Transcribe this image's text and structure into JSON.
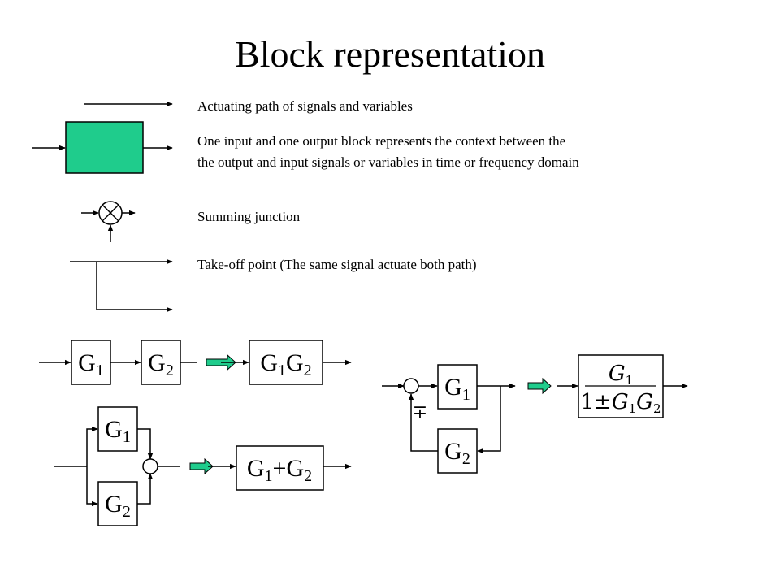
{
  "title": "Block representation",
  "legend": {
    "actuating_path": "Actuating path of signals and variables",
    "block_line1": "One input and one output block represents the context between the",
    "block_line2": "the output and input signals or variables in time or frequency domain",
    "summing_junction": "Summing junction",
    "takeoff_point": "Take-off point (The same signal actuate both path)"
  },
  "colors": {
    "block_fill": "#1fcc8c",
    "equivalence_arrow": "#1fcc8c",
    "line": "#000000"
  },
  "series_example": {
    "g1": "G",
    "g1_sub": "1",
    "g2": "G",
    "g2_sub": "2",
    "result_a": "G",
    "result_a_sub": "1",
    "result_b": "G",
    "result_b_sub": "2"
  },
  "parallel_example": {
    "g1": "G",
    "g1_sub": "1",
    "g2": "G",
    "g2_sub": "2",
    "result_a": "G",
    "result_a_sub": "1",
    "result_op": "+",
    "result_b": "G",
    "result_b_sub": "2"
  },
  "feedback_example": {
    "forward": "G",
    "forward_sub": "1",
    "feedback": "G",
    "feedback_sub": "2",
    "sign": "∓",
    "numerator": "G",
    "numerator_sub": "1",
    "den_one": "1",
    "den_pm": "±",
    "den_a": "G",
    "den_a_sub": "1",
    "den_b": "G",
    "den_b_sub": "2"
  }
}
